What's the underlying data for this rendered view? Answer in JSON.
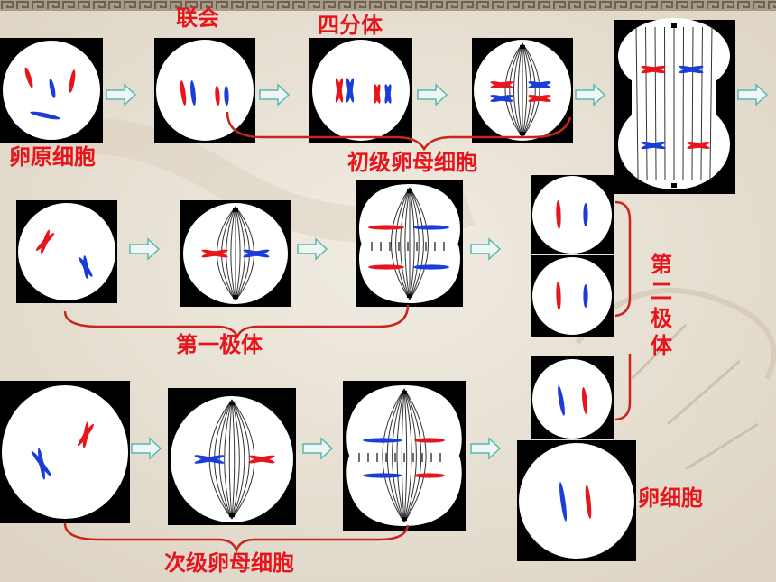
{
  "labels": {
    "synapsis": "联会",
    "tetrad": "四分体",
    "oogonium": "卵原细胞",
    "primary_oocyte": "初级卵母细胞",
    "first_polar_body": "第一极体",
    "second_polar_body": "第二极体",
    "secondary_oocyte": "次级卵母细胞",
    "egg_cell": "卵细胞"
  },
  "colors": {
    "label": "#e8141c",
    "chromosome_maternal": "#e8141c",
    "chromosome_paternal": "#1a3cd8",
    "arrow": "#5ab8b0",
    "border": "#c8251f"
  }
}
